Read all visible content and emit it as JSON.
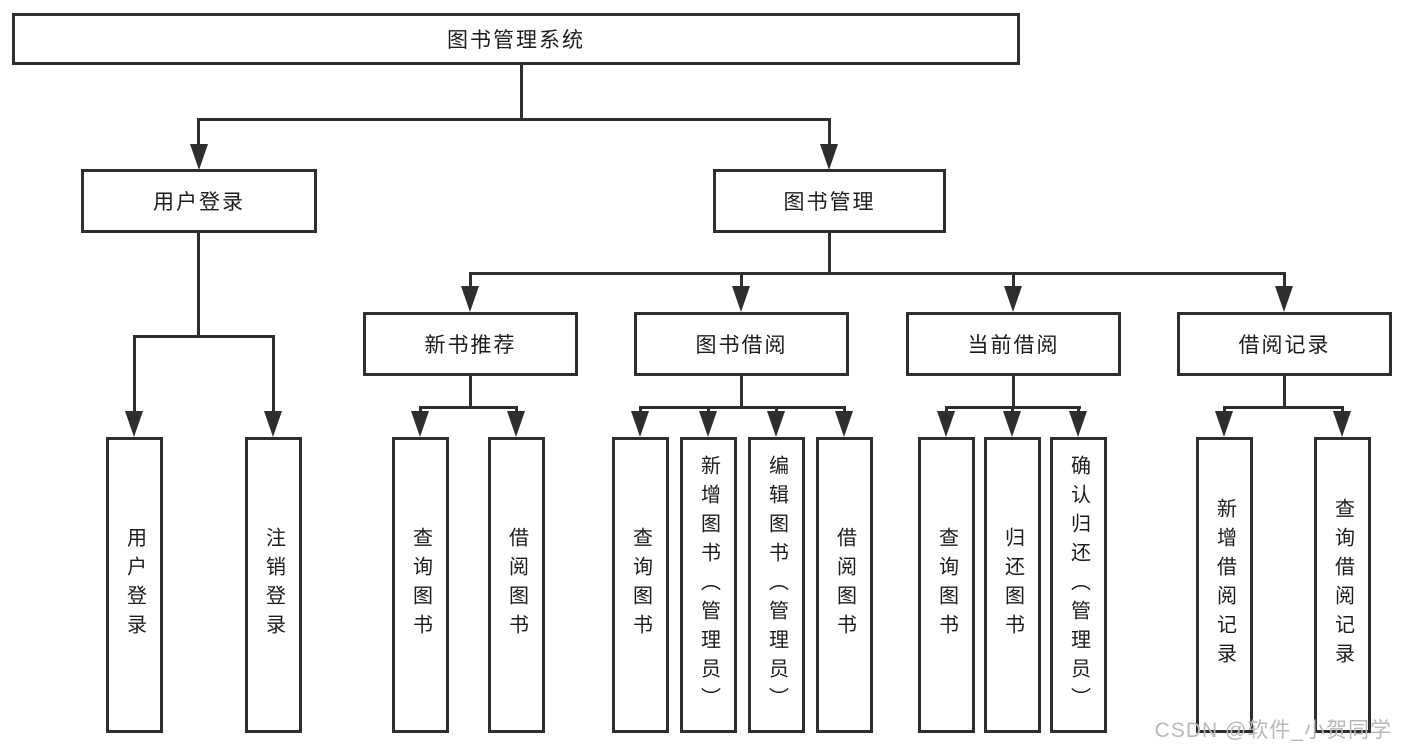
{
  "diagram": {
    "root": {
      "label": "图书管理系统"
    },
    "level2": {
      "user_login": {
        "label": "用户登录"
      },
      "book_mgmt": {
        "label": "图书管理"
      }
    },
    "level3": {
      "new_books": {
        "label": "新书推荐"
      },
      "book_borrow": {
        "label": "图书借阅"
      },
      "current_borrow": {
        "label": "当前借阅"
      },
      "borrow_records": {
        "label": "借阅记录"
      }
    },
    "leaves": {
      "login": {
        "label": "用户登录"
      },
      "logout": {
        "label": "注销登录"
      },
      "nb_query": {
        "label": "查询图书"
      },
      "nb_borrow": {
        "label": "借阅图书"
      },
      "bb_query": {
        "label": "查询图书"
      },
      "bb_add": {
        "label": "新增图书（管理员）"
      },
      "bb_edit": {
        "label": "编辑图书（管理员）"
      },
      "bb_borrow": {
        "label": "借阅图书"
      },
      "cb_query": {
        "label": "查询图书"
      },
      "cb_return": {
        "label": "归还图书"
      },
      "cb_confirm": {
        "label": "确认归还（管理员）"
      },
      "br_add": {
        "label": "新增借阅记录"
      },
      "br_query": {
        "label": "查询借阅记录"
      }
    }
  },
  "watermark": {
    "text": "CSDN @软件_小贺同学"
  },
  "colors": {
    "line": "#2e2e2e",
    "text": "#1c1c1c",
    "watermark": "#b8b8b8",
    "background": "#ffffff"
  }
}
